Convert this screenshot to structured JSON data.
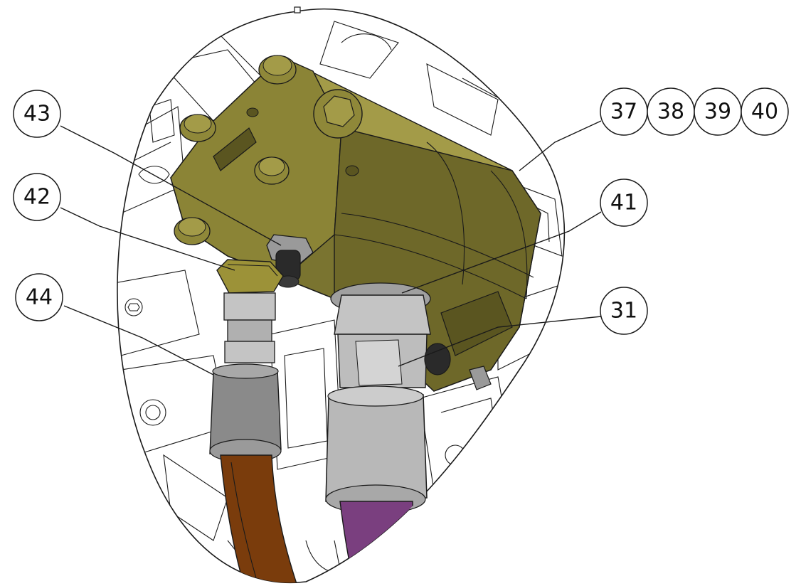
{
  "balloons": {
    "b43": "43",
    "b42": "42",
    "b44": "44",
    "b37": "37",
    "b38": "38",
    "b39": "39",
    "b40": "40",
    "b41": "41",
    "b31": "31"
  },
  "colors": {
    "pump_body": "#7a7430",
    "pump_highlight": "#a39b48",
    "pump_shadow": "#4f4b1e",
    "fitting_steel": "#c4c4c4",
    "fitting_dark": "#8a8a8a",
    "hose_left": "#7a3c0c",
    "hose_right": "#7a3f7f",
    "brass_nut": "#9c9238"
  },
  "icons": {
    "detail_view": "exploded-detail-view"
  }
}
